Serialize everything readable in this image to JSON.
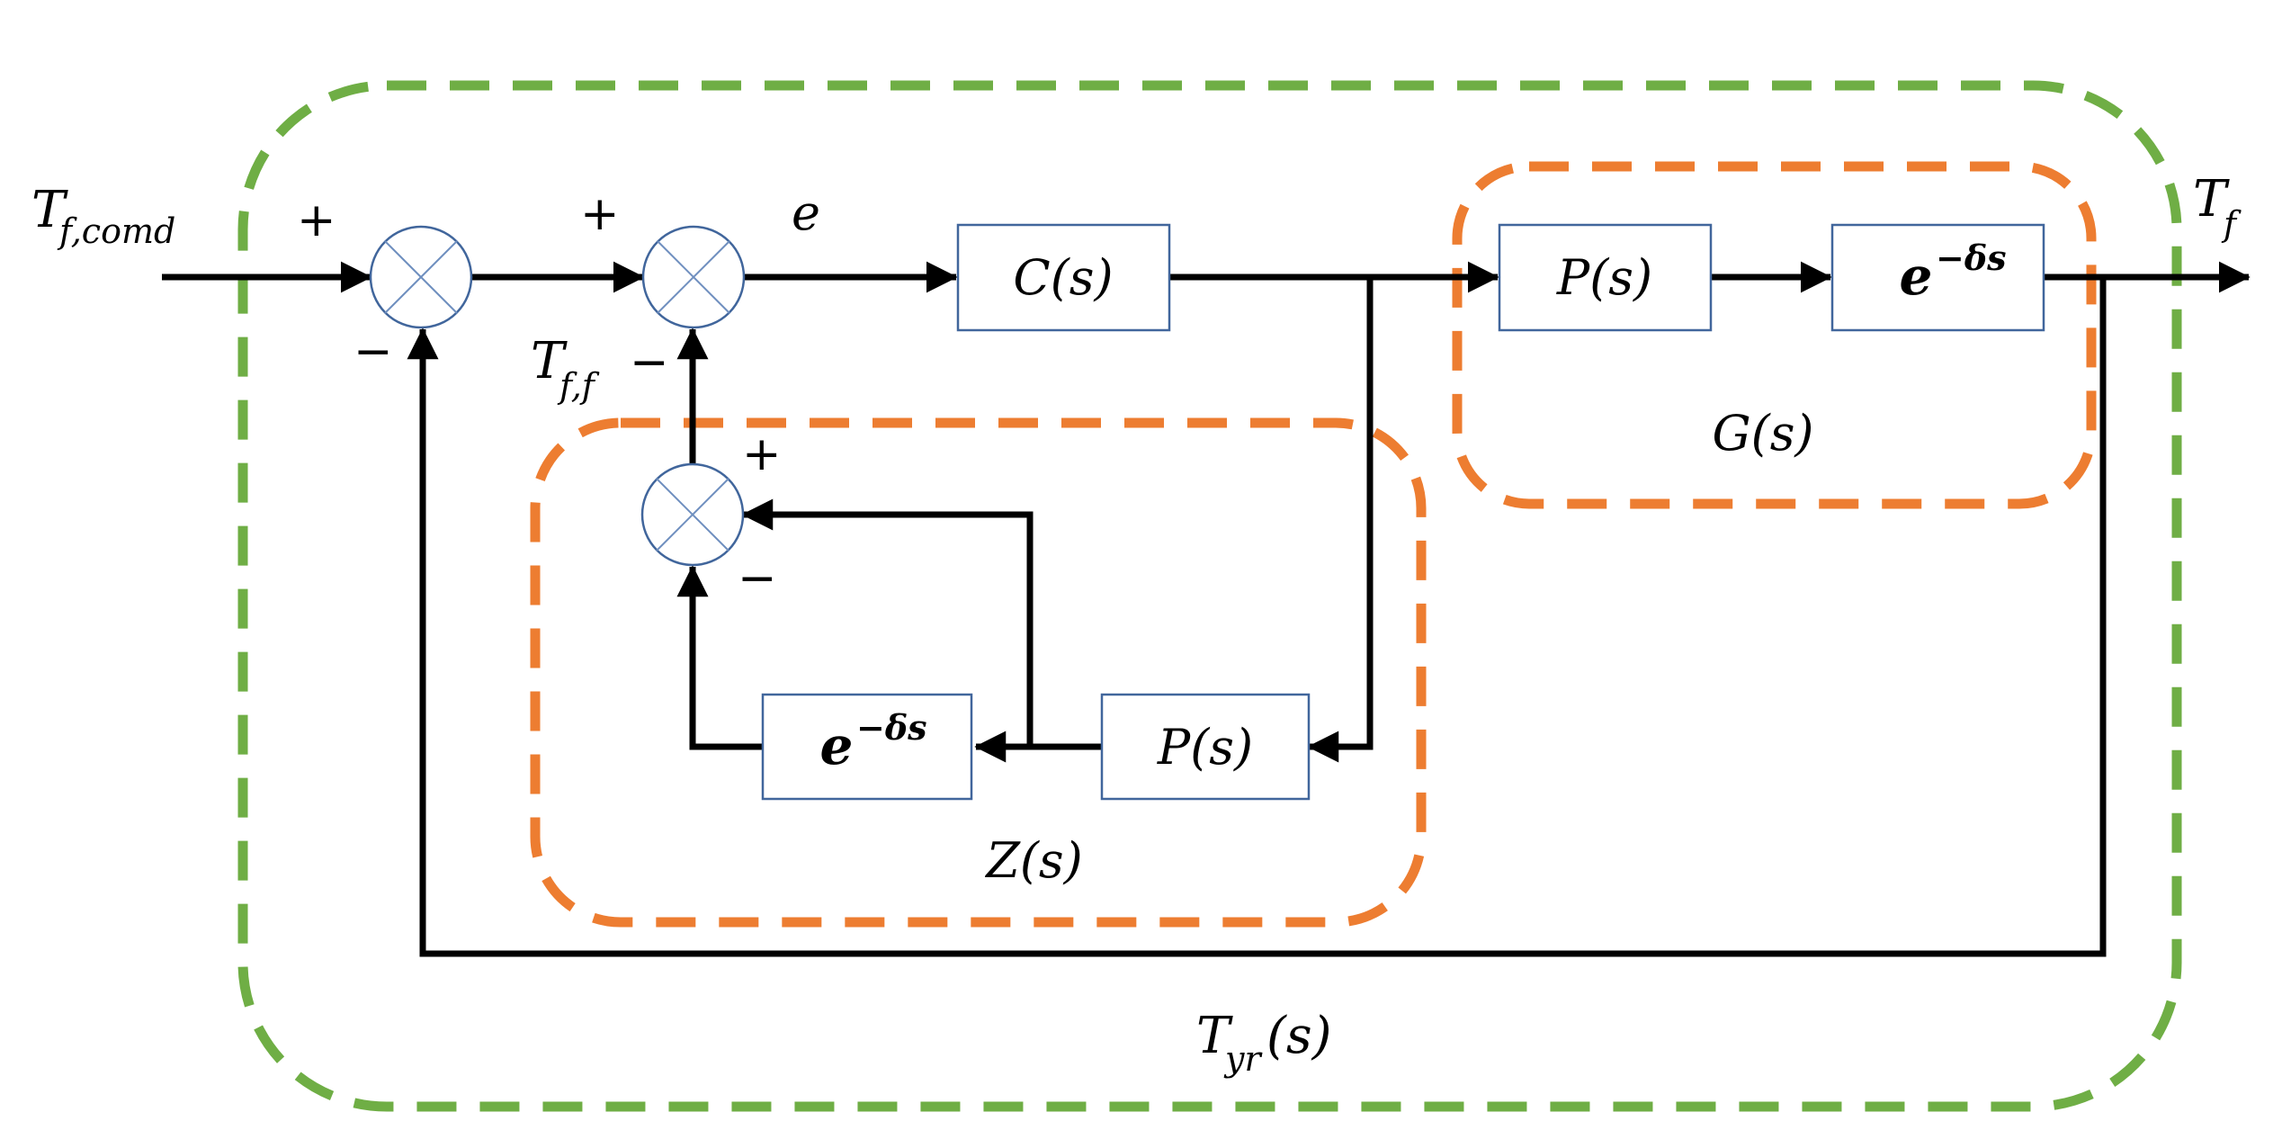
{
  "colors": {
    "outer_border": "#6fae45",
    "inner_border": "#ed7d31",
    "block_border": "#41669c",
    "wire": "#000000"
  },
  "labels": {
    "input": {
      "main": "T",
      "sub": "f,comd"
    },
    "output": {
      "main": "T",
      "sub": "f"
    },
    "error": "e",
    "feedback": {
      "main": "T",
      "sub": "f,f"
    },
    "outer_loop": {
      "main": "T",
      "sub": "yr",
      "tail": "(s)"
    },
    "plant_group": "G(s)",
    "predictor_group": "Z(s)"
  },
  "blocks": {
    "controller": "C(s)",
    "plant_main": "P(s)",
    "delay_main": {
      "base": "e",
      "exp": "−δs"
    },
    "plant_model": "P(s)",
    "delay_model": {
      "base": "e",
      "exp": "−δs"
    }
  },
  "signs": {
    "sum1_in": "+",
    "sum1_fb": "−",
    "sum2_in": "+",
    "sum2_fb": "−",
    "sum3_top": "+",
    "sum3_bot": "−"
  },
  "icons": {
    "summing_junction": "circle-with-x"
  }
}
